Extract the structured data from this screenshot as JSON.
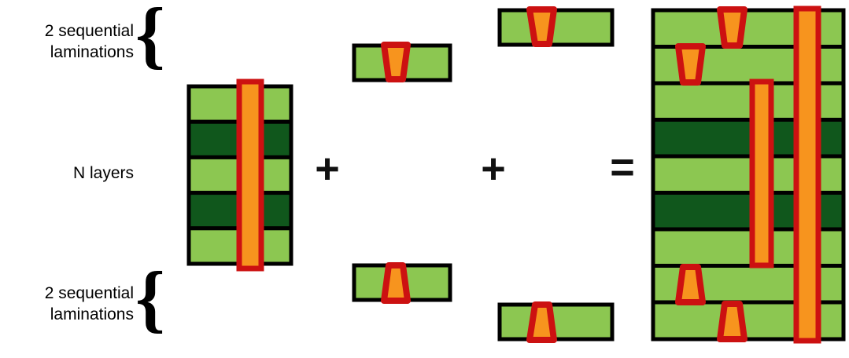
{
  "figure": {
    "title": "Sequential lamination stack-up build diagram",
    "colors": {
      "light_green": "#8CC751",
      "dark_green": "#10571C",
      "orange": "#F7941E",
      "red_outline": "#CC1111",
      "black_outline": "#000000",
      "background": "#FFFFFF"
    }
  },
  "labels": {
    "top_left": "2 sequential\nlaminations",
    "middle_left": "N layers",
    "bottom_left": "2 sequential\nlaminations",
    "brace_glyph": "{"
  },
  "operators": {
    "plus_1": "+",
    "plus_2": "+",
    "equals": "="
  },
  "groups": {
    "core_stack": {
      "name": "N layers core stack",
      "layer_count": 5,
      "layers": [
        {
          "index": 1,
          "shade": "light"
        },
        {
          "index": 2,
          "shade": "dark"
        },
        {
          "index": 3,
          "shade": "light"
        },
        {
          "index": 4,
          "shade": "dark"
        },
        {
          "index": 5,
          "shade": "light"
        }
      ],
      "vias": [
        {
          "name": "through-via",
          "shape": "rect",
          "span": "full-stack"
        }
      ]
    },
    "lamination_top_1": {
      "name": "top lamination layer 1",
      "layer_count": 1,
      "vias": [
        {
          "name": "blind-via",
          "shape": "trapezoid",
          "orientation": "wide-top"
        }
      ]
    },
    "lamination_top_2": {
      "name": "top lamination layer 2",
      "layer_count": 1,
      "vias": [
        {
          "name": "blind-via",
          "shape": "trapezoid",
          "orientation": "wide-top"
        }
      ]
    },
    "lamination_bottom_1": {
      "name": "bottom lamination layer 1",
      "layer_count": 1,
      "vias": [
        {
          "name": "blind-via",
          "shape": "trapezoid",
          "orientation": "wide-bottom"
        }
      ]
    },
    "lamination_bottom_2": {
      "name": "bottom lamination layer 2",
      "layer_count": 1,
      "vias": [
        {
          "name": "blind-via",
          "shape": "trapezoid",
          "orientation": "wide-bottom"
        }
      ]
    },
    "result_stack": {
      "name": "combined result stack",
      "layer_count": 9,
      "layers": [
        {
          "index": 1,
          "shade": "light"
        },
        {
          "index": 2,
          "shade": "light"
        },
        {
          "index": 3,
          "shade": "light"
        },
        {
          "index": 4,
          "shade": "dark"
        },
        {
          "index": 5,
          "shade": "light"
        },
        {
          "index": 6,
          "shade": "dark"
        },
        {
          "index": 7,
          "shade": "light"
        },
        {
          "index": 8,
          "shade": "light"
        },
        {
          "index": 9,
          "shade": "light"
        }
      ],
      "vias": [
        {
          "name": "blind-via-top-outer",
          "shape": "trapezoid",
          "orientation": "wide-top",
          "layer": 1
        },
        {
          "name": "blind-via-top-inner",
          "shape": "trapezoid",
          "orientation": "wide-top",
          "layer": 2
        },
        {
          "name": "buried-via",
          "shape": "rect",
          "span": "layers 3-7"
        },
        {
          "name": "through-via",
          "shape": "rect",
          "span": "full-stack"
        },
        {
          "name": "blind-via-bottom-inner",
          "shape": "trapezoid",
          "orientation": "wide-bottom",
          "layer": 8
        },
        {
          "name": "blind-via-bottom-outer",
          "shape": "trapezoid",
          "orientation": "wide-bottom",
          "layer": 9
        }
      ]
    }
  }
}
